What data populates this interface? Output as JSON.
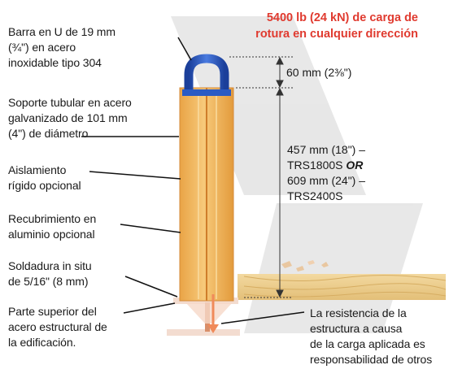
{
  "title": "5400 lb (24 kN) de carga de\nrotura en cualquier dirección",
  "labels": {
    "bar": "Barra en U de 19 mm\n(¾\") en acero\ninoxidable tipo 304",
    "support": "Soporte tubular en acero\ngalvanizado de 101 mm\n(4\") de diámetro",
    "insulation": "Aislamiento\nrígido opcional",
    "cladding": "Recubrimiento en\naluminio opcional",
    "weld": "Soldadura in situ\nde 5/16\" (8 mm)",
    "top_steel": "Parte superior del\nacero estructural de\nla edificación.",
    "resistance": "La resistencia de la\nestructura a causa\nde la carga aplicada es\nresponsabilidad de otros"
  },
  "dimensions": {
    "top": "60 mm (2⅜\")",
    "body_line1": "457 mm (18\") –",
    "body_line2": "TRS1800S",
    "body_or": "OR",
    "body_line3": "609 mm (24\") –",
    "body_line4": "TRS2400S"
  },
  "colors": {
    "accent_red": "#e03a2f",
    "insulation": "#f2b25a",
    "ubar": "#2a5bc4",
    "arrow": "#f08a5a"
  }
}
